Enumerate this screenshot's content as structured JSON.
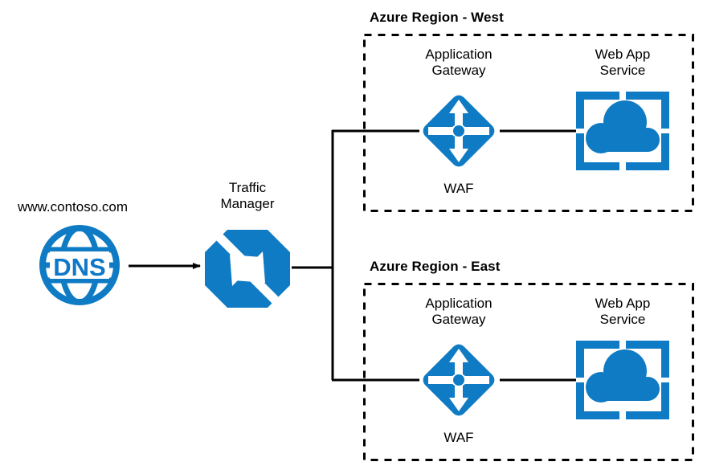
{
  "diagram": {
    "title_text_nodes": {
      "url_label": "www.contoso.com",
      "dns_icon_text": "DNS",
      "traffic_manager_label": "Traffic\nManager"
    },
    "regions": [
      {
        "id": "west",
        "label": "Azure Region - West",
        "gateway": {
          "label": "Application\nGateway",
          "sublabel": "WAF",
          "icon": "application-gateway-icon"
        },
        "webapp": {
          "label": "Web App\nService",
          "icon": "web-app-service-icon"
        }
      },
      {
        "id": "east",
        "label": "Azure Region - East",
        "gateway": {
          "label": "Application\nGateway",
          "sublabel": "WAF",
          "icon": "application-gateway-icon"
        },
        "webapp": {
          "label": "Web App\nService",
          "icon": "web-app-service-icon"
        }
      }
    ],
    "colors": {
      "azure_blue": "#0f7bc4",
      "line_black": "#000000",
      "background": "#ffffff"
    }
  }
}
